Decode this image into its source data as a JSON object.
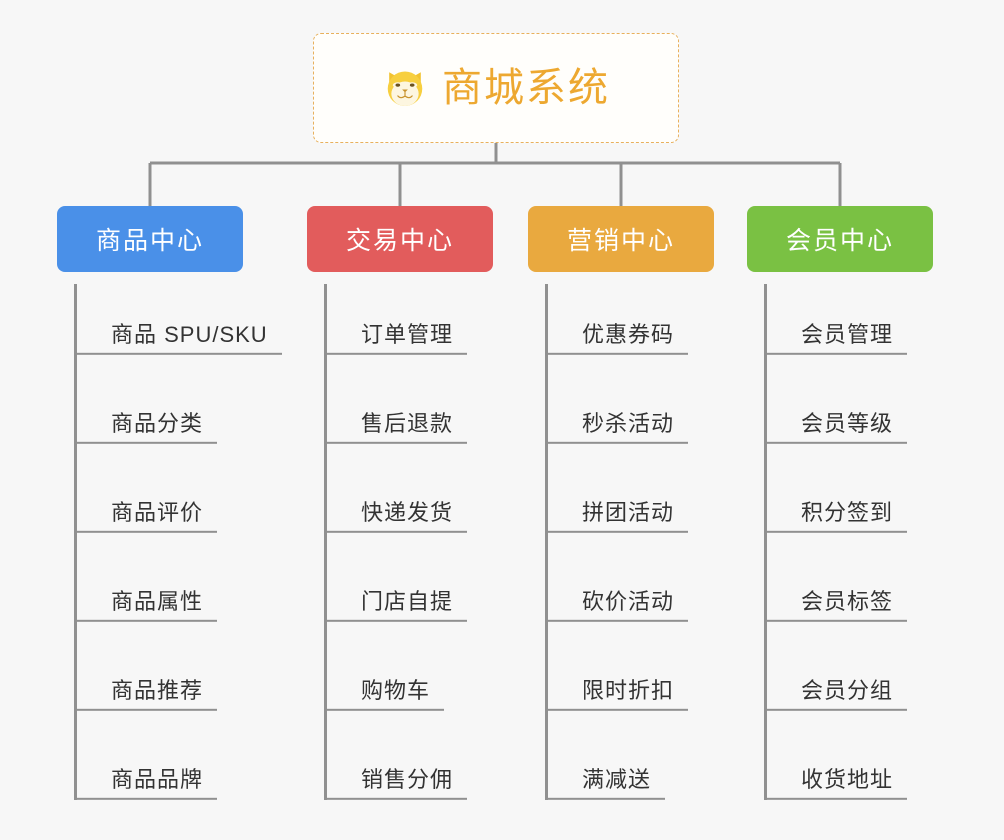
{
  "background_color": "#f7f7f7",
  "connector_color": "#909090",
  "root": {
    "title": "商城系统",
    "icon": "shiba-dog-face-icon",
    "text_color": "#eda830",
    "border_color": "#e8b05c",
    "background_color": "#fffefb"
  },
  "branches": [
    {
      "label": "商品中心",
      "color": "#4a90e8",
      "items": [
        "商品 SPU/SKU",
        "商品分类",
        "商品评价",
        "商品属性",
        "商品推荐",
        "商品品牌"
      ]
    },
    {
      "label": "交易中心",
      "color": "#e25c5c",
      "items": [
        "订单管理",
        "售后退款",
        "快递发货",
        "门店自提",
        "购物车",
        "销售分佣"
      ]
    },
    {
      "label": "营销中心",
      "color": "#e9a93f",
      "items": [
        "优惠券码",
        "秒杀活动",
        "拼团活动",
        "砍价活动",
        "限时折扣",
        "满减送"
      ]
    },
    {
      "label": "会员中心",
      "color": "#7ac143",
      "items": [
        "会员管理",
        "会员等级",
        "积分签到",
        "会员标签",
        "会员分组",
        "收货地址"
      ]
    }
  ]
}
